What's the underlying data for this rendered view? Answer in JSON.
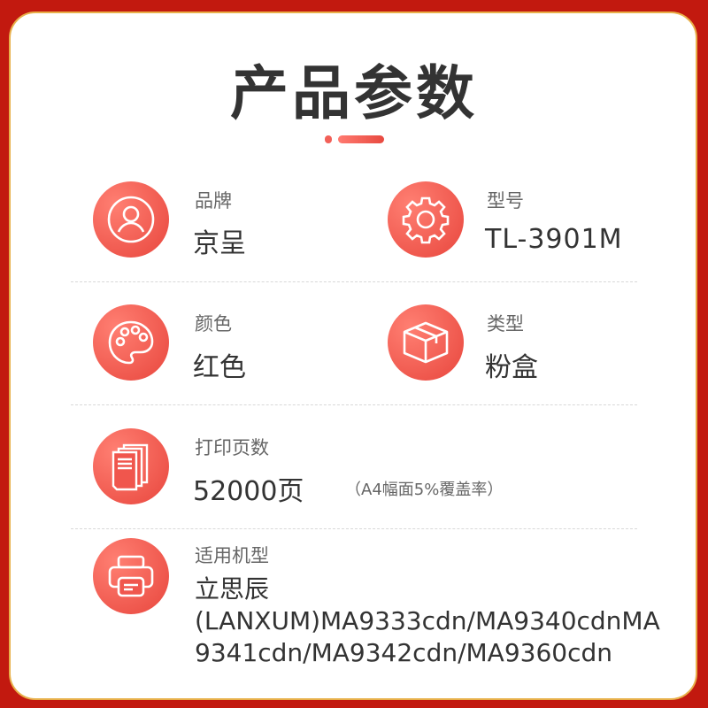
{
  "title": "产品参数",
  "params": [
    {
      "label": "品牌",
      "value": "京呈",
      "icon": "user-icon"
    },
    {
      "label": "型号",
      "value": "TL-3901M",
      "icon": "gear-icon"
    },
    {
      "label": "颜色",
      "value": "红色",
      "icon": "palette-icon"
    },
    {
      "label": "类型",
      "value": "粉盒",
      "icon": "box-icon"
    },
    {
      "label": "打印页数",
      "value": "52000页",
      "note": "（A4幅面5%覆盖率）",
      "icon": "pages-icon"
    },
    {
      "label": "适用机型",
      "value_lines": [
        "立思辰",
        "(LANXUM)MA9333cdn/MA9340cdnMA",
        "9341cdn/MA9342cdn/MA9360cdn"
      ],
      "icon": "printer-icon"
    }
  ],
  "colors": {
    "background": "#c2190f",
    "accent": "#f26058",
    "border": "#e8b04a"
  }
}
